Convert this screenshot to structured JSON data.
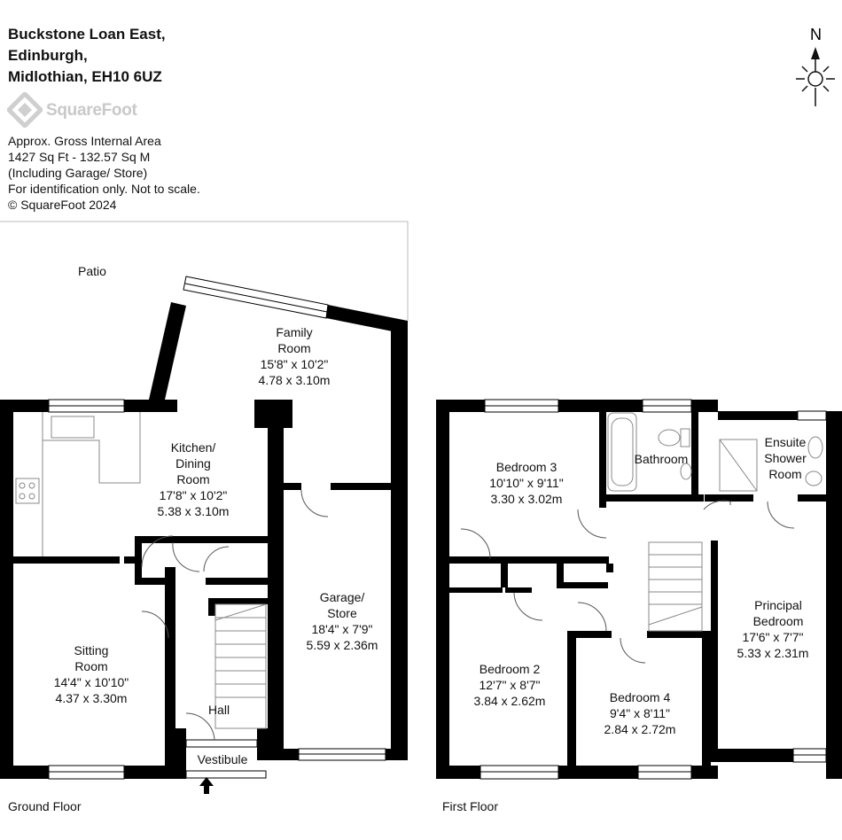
{
  "address": {
    "line1": "Buckstone Loan East,",
    "line2": "Edinburgh,",
    "line3": "Midlothian, EH10 6UZ"
  },
  "logo": {
    "name": "SquareFoot",
    "icon": "diamond-logo-icon"
  },
  "area_info": {
    "line1": "Approx. Gross Internal Area",
    "line2": "1427 Sq Ft  -  132.57 Sq M",
    "line3": "(Including Garage/ Store)",
    "line4": "For identification only. Not to scale.",
    "line5": "© SquareFoot 2024"
  },
  "compass": {
    "label": "N",
    "icon": "north-arrow-icon"
  },
  "floors": {
    "ground": "Ground Floor",
    "first": "First Floor"
  },
  "rooms": {
    "patio": {
      "name": "Patio"
    },
    "family": {
      "name1": "Family",
      "name2": "Room",
      "imperial": "15'8\" x 10'2\"",
      "metric": "4.78 x 3.10m"
    },
    "kitchen": {
      "name1": "Kitchen/",
      "name2": "Dining",
      "name3": "Room",
      "imperial": "17'8\" x 10'2\"",
      "metric": "5.38 x 3.10m"
    },
    "sitting": {
      "name1": "Sitting",
      "name2": "Room",
      "imperial": "14'4\" x 10'10\"",
      "metric": "4.37 x 3.30m"
    },
    "garage": {
      "name1": "Garage/",
      "name2": "Store",
      "imperial": "18'4\" x 7'9\"",
      "metric": "5.59 x 2.36m"
    },
    "hall": {
      "name": "Hall"
    },
    "vestibule": {
      "name": "Vestibule"
    },
    "bedroom3": {
      "name": "Bedroom 3",
      "imperial": "10'10\" x 9'11\"",
      "metric": "3.30 x 3.02m"
    },
    "bathroom": {
      "name": "Bathroom"
    },
    "ensuite": {
      "name1": "Ensuite",
      "name2": "Shower",
      "name3": "Room"
    },
    "principal": {
      "name1": "Principal",
      "name2": "Bedroom",
      "imperial": "17'6\" x 7'7\"",
      "metric": "5.33 x 2.31m"
    },
    "bedroom2": {
      "name": "Bedroom 2",
      "imperial": "12'7\" x 8'7\"",
      "metric": "3.84 x 2.62m"
    },
    "bedroom4": {
      "name": "Bedroom 4",
      "imperial": "9'4\" x 8'11\"",
      "metric": "2.84 x 2.72m"
    }
  }
}
